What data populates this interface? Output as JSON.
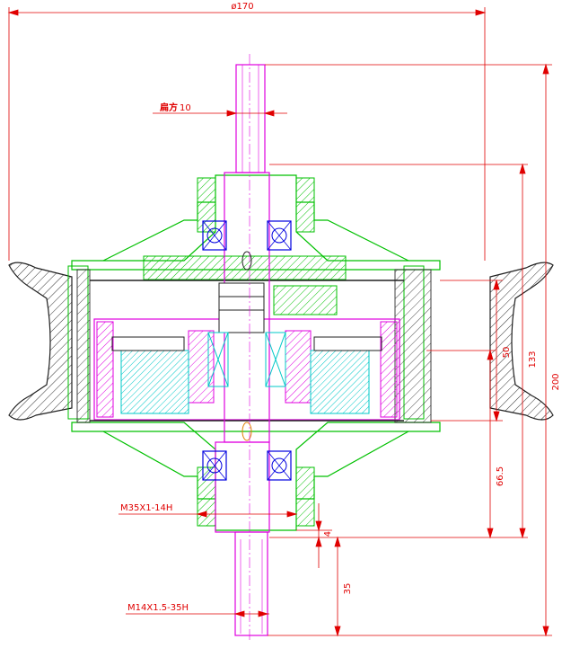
{
  "dimensions": {
    "top_diameter": "ø170",
    "key_label_cn": "扁方",
    "key_label_num": "10",
    "thread_upper": "M35X1-14H",
    "thread_lower": "M14X1.5-35H",
    "dim_50": "50",
    "dim_133": "133",
    "dim_200": "200",
    "dim_66_5": "66.5",
    "dim_4": "4",
    "dim_35": "35"
  },
  "colors": {
    "dimension": "#e00000",
    "housing": "#00c000",
    "shaft": "#e000e0",
    "rotor": "#00c8c8",
    "bearing": "#0000e0",
    "hatch_dark": "#202020"
  }
}
